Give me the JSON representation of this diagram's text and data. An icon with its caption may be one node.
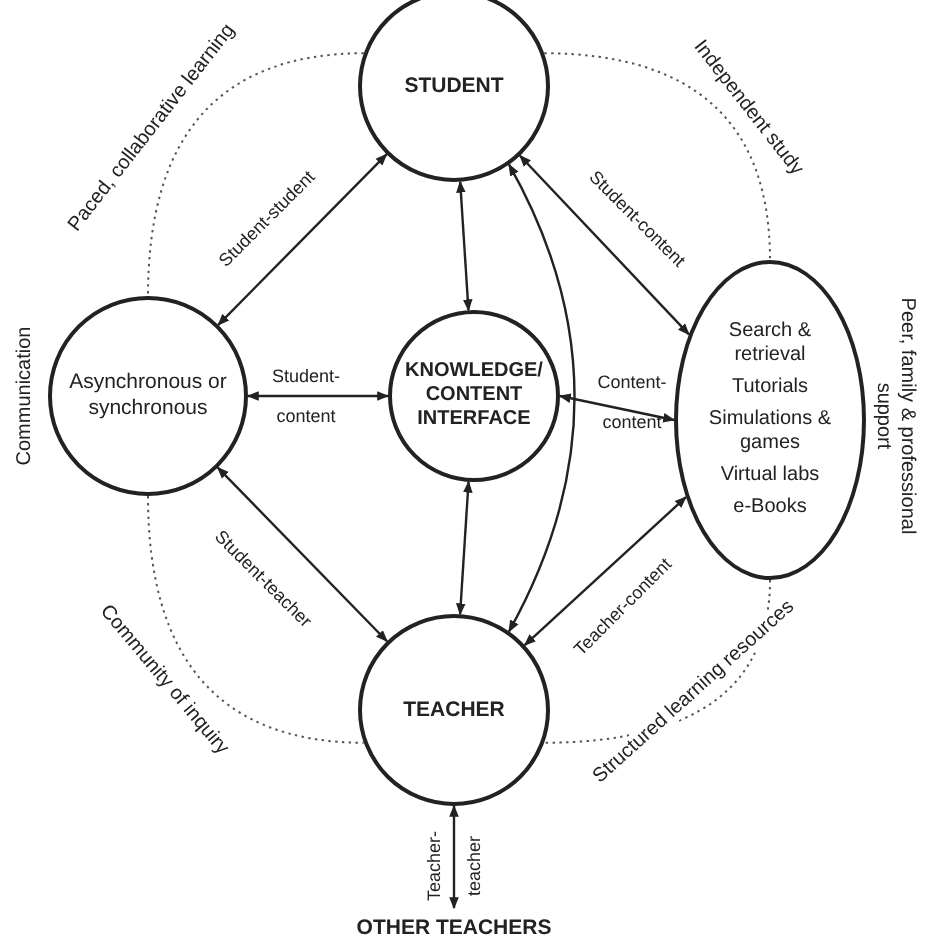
{
  "diagram": {
    "nodes": [
      {
        "text": [
          "STUDENT"
        ]
      },
      {
        "text": [
          "Asynchronous or synchronous"
        ],
        "beside": [
          "Communication"
        ]
      },
      {
        "text": [
          "KNOWLEDGE/ CONTENT INTERFACE"
        ]
      },
      {
        "text": [
          "Search & retrieval",
          "Tutorials",
          "Simulations & games",
          "Virtual labs",
          "e-Books"
        ],
        "beside": [
          "Peer, family & professional support"
        ]
      },
      {
        "text": [
          "TEACHER"
        ]
      },
      {
        "text": [
          "OTHER TEACHERS"
        ]
      }
    ],
    "edges": [
      {
        "from": 0,
        "to": 1,
        "arrow": "both",
        "label": "Student-student"
      },
      {
        "from": 0,
        "to": 2,
        "arrow": "both"
      },
      {
        "from": 0,
        "to": 3,
        "arrow": "both",
        "label": "Student-content"
      },
      {
        "from": 1,
        "to": 2,
        "arrow": "both",
        "label": "Student- content"
      },
      {
        "from": 2,
        "to": 3,
        "arrow": "both",
        "label": "Content- content"
      },
      {
        "from": 1,
        "to": 4,
        "arrow": "both",
        "label": "Student-teacher"
      },
      {
        "from": 3,
        "to": 4,
        "arrow": "both",
        "label": "Teacher-content"
      },
      {
        "from": 2,
        "to": 4,
        "arrow": "both"
      },
      {
        "from": 0,
        "to": 4,
        "arrow": "both"
      },
      {
        "from": 4,
        "to": 5,
        "arrow": "both",
        "label": "Teacher- teacher"
      },
      {
        "from": 0,
        "to": 1,
        "arrow": "none",
        "style": "dashed",
        "label": "Paced, collaborative learning"
      },
      {
        "from": 0,
        "to": 3,
        "arrow": "none",
        "style": "dashed",
        "label": "Independent study"
      },
      {
        "from": 1,
        "to": 4,
        "arrow": "none",
        "style": "dashed",
        "label": "Community of inquiry"
      },
      {
        "from": 3,
        "to": 4,
        "arrow": "none",
        "style": "dashed",
        "label": "Structured learning resources"
      }
    ]
  }
}
